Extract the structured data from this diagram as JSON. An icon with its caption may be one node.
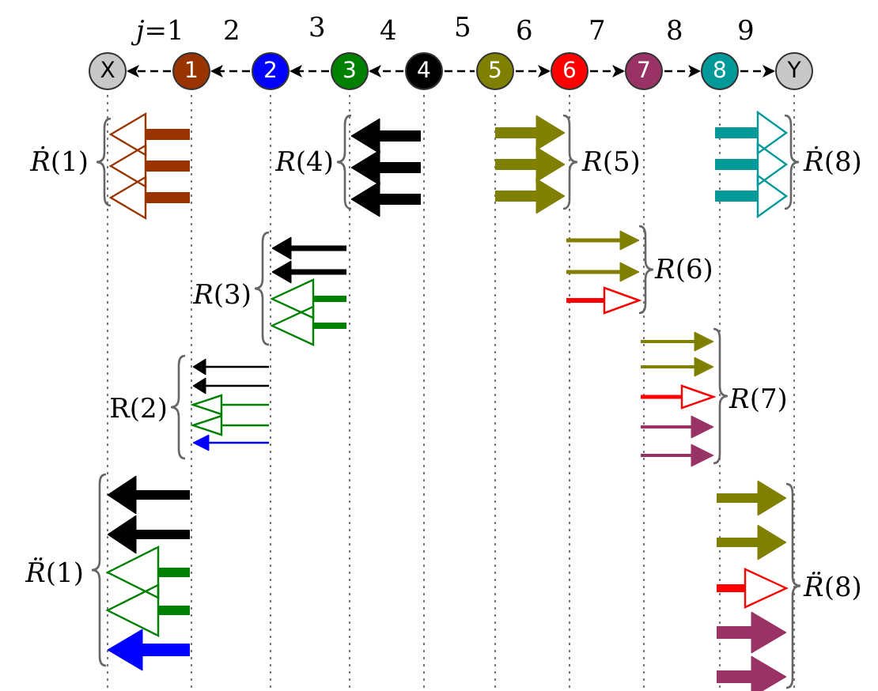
{
  "diagram": {
    "nodes": [
      {
        "text": [
          "X"
        ]
      },
      {
        "text": [
          "1"
        ]
      },
      {
        "text": [
          "2"
        ]
      },
      {
        "text": [
          "3"
        ]
      },
      {
        "text": [
          "4"
        ]
      },
      {
        "text": [
          "5"
        ]
      },
      {
        "text": [
          "6"
        ]
      },
      {
        "text": [
          "7"
        ]
      },
      {
        "text": [
          "8"
        ]
      },
      {
        "text": [
          "Y"
        ]
      }
    ],
    "edges": [
      {
        "from": 1,
        "to": 0,
        "arrow": "to",
        "style": "dashed"
      },
      {
        "from": 2,
        "to": 1,
        "arrow": "to",
        "style": "dashed"
      },
      {
        "from": 3,
        "to": 2,
        "arrow": "to",
        "style": "dashed"
      },
      {
        "from": 4,
        "to": 3,
        "arrow": "to",
        "style": "dashed"
      },
      {
        "from": 4,
        "to": 5,
        "arrow": "none",
        "style": "dashed"
      },
      {
        "from": 5,
        "to": 6,
        "arrow": "to",
        "style": "dashed"
      },
      {
        "from": 6,
        "to": 7,
        "arrow": "to",
        "style": "dashed"
      },
      {
        "from": 7,
        "to": 8,
        "arrow": "to",
        "style": "dashed"
      },
      {
        "from": 8,
        "to": 9,
        "arrow": "to",
        "style": "dashed"
      }
    ],
    "labels": [
      "*j*=1",
      "2",
      "3",
      "4",
      "5",
      "6",
      "7",
      "8",
      "9",
      "*Ṙ*(1)",
      "*R*(4)",
      "*R*(5)",
      "*Ṙ*(8)",
      "*R*(3)",
      "*R*(6)",
      "R(2)",
      "*R*(7)",
      "*R̈*(1)",
      "*R̈*(8)"
    ]
  }
}
